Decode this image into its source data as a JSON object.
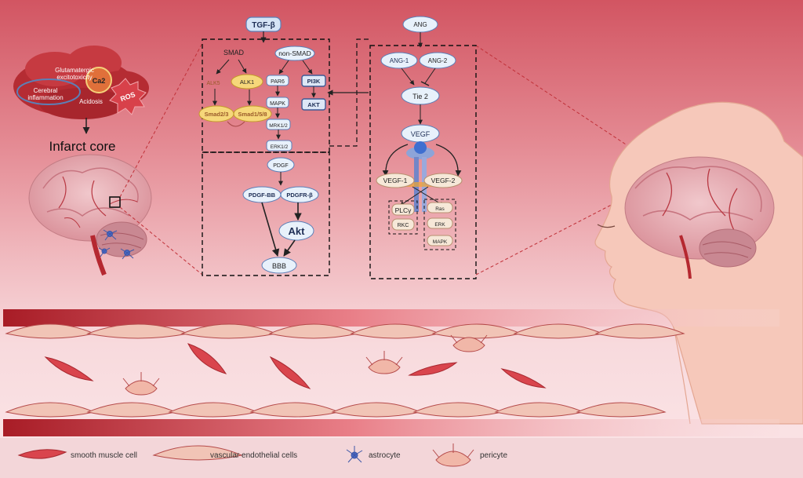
{
  "stroke": {
    "causes": [
      "Glutamatergic",
      "excitotoxicity",
      "Ca2",
      "Cerebral",
      "inflammation",
      "Acidosis",
      "ROS"
    ],
    "infarct_label": "Infarct core"
  },
  "tgf_panel": {
    "root": "TGF-β",
    "smad": "SMAD",
    "non_smad": "non-SMAD",
    "alk5": "ALK5",
    "alk1": "ALK1",
    "smad23": "Smad2/3",
    "smad158": "Smad1/5/8",
    "par6": "PAR6",
    "mapk": "MAPK",
    "mrk": "MRK1/2",
    "erk": "ERK1/2",
    "pi3k": "PI3K",
    "akt": "AKT"
  },
  "pdgf_panel": {
    "pdgf": "PDGF",
    "pdgf_bb": "PDGF-BB",
    "pdgfr": "PDGFR-β",
    "akt": "Akt",
    "bbb": "BBB"
  },
  "ang_panel": {
    "root": "ANG",
    "ang1": "ANG-1",
    "ang2": "ANG-2",
    "tie2": "Tie 2",
    "vegf": "VEGF",
    "vegf1": "VEGF-1",
    "vegf2": "VEGF-2",
    "plcg": "PLCγ",
    "rkc": "RKC",
    "ras": "Ras",
    "erk": "ERK",
    "mapk": "MAPK"
  },
  "legend": {
    "smooth_muscle": "smooth muscle cell",
    "endothelial": "vascular endothelial cells",
    "astrocyte": "astrocyte",
    "pericyte": "pericyte"
  },
  "colors": {
    "node_fill": "#e8f1fb",
    "node_stroke": "#5b7fb8",
    "yellow_node": "#f6d77a",
    "muscle_cell": "#d9454d",
    "vessel": "#b52830"
  }
}
